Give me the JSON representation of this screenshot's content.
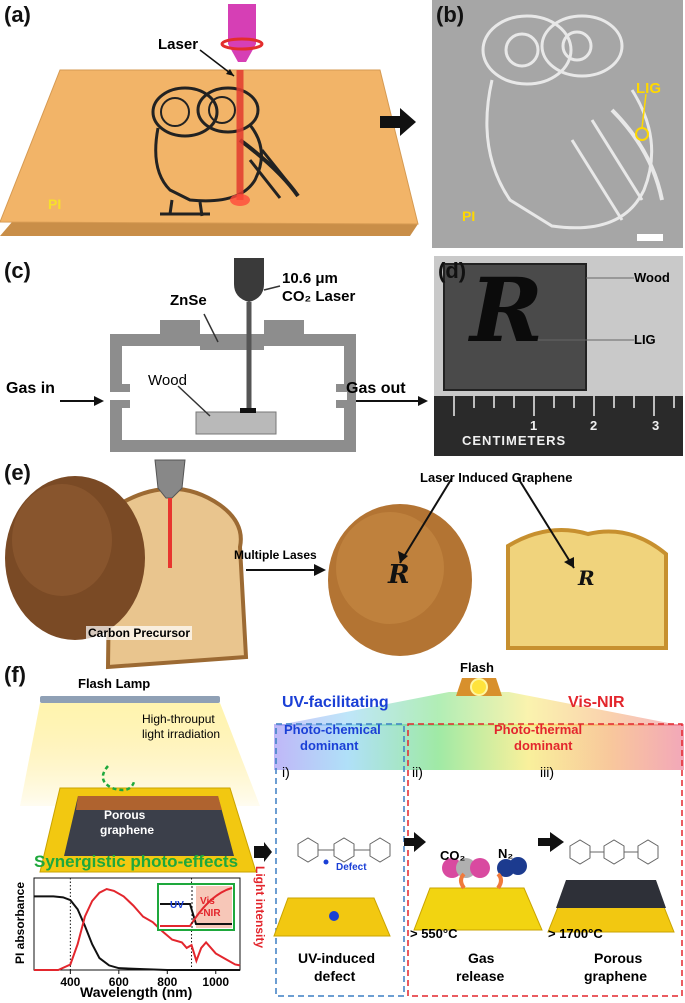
{
  "panels": {
    "a": {
      "label": "(a)",
      "laser": "Laser",
      "substrate": "PI",
      "colors": {
        "substrate": "#f2b468",
        "laser_head": "#d63fb5",
        "beam": "#e23b2e"
      }
    },
    "b": {
      "label": "(b)",
      "lig": "LIG",
      "substrate": "PI",
      "colors": {
        "background": "#a6a6a6",
        "label": "#ffd800"
      }
    },
    "c": {
      "label": "(c)",
      "laser_line1": "10.6 μm",
      "laser_line2": "CO₂ Laser",
      "window": "ZnSe",
      "gas_in": "Gas in",
      "gas_out": "Gas out",
      "sample": "Wood",
      "colors": {
        "chamber": "#8d8d8d",
        "laser": "#3a3a3a"
      }
    },
    "d": {
      "label": "(d)",
      "wood": "Wood",
      "lig": "LIG",
      "ruler_text": "CENTIMETERS",
      "ruler_numbers": [
        "1",
        "2",
        "3"
      ],
      "emblem_letter": "R"
    },
    "e": {
      "label": "(e)",
      "product": "Laser Induced Graphene",
      "process": "Multiple Lases",
      "precursor": "Carbon Precursor",
      "emblem_letter": "R"
    },
    "f": {
      "label": "(f)",
      "flash_lamp": "Flash Lamp",
      "irradiation_line1": "High-throuput",
      "irradiation_line2": "light irradiation",
      "porous_line1": "Porous",
      "porous_line2": "graphene",
      "synergy": "Synergistic photo-effects",
      "flash": "Flash",
      "uv_facilitating": "UV-facilitating",
      "vis_nir": "Vis-NIR",
      "photochemical_line1": "Photo-chemical",
      "photochemical_line2": "dominant",
      "photothermal_line1": "Photo-thermal",
      "photothermal_line2": "dominant",
      "steps": [
        {
          "numeral": "i)",
          "caption_line1": "UV-induced",
          "caption_line2": "defect",
          "mark": "Defect",
          "temp": ""
        },
        {
          "numeral": "ii)",
          "caption_line1": "Gas",
          "caption_line2": "release",
          "mark": "",
          "temp": "> 550°C"
        },
        {
          "numeral": "iii)",
          "caption_line1": "Porous",
          "caption_line2": "graphene",
          "mark": "",
          "temp": "> 1700°C"
        }
      ],
      "gases": [
        "CO₂",
        "N₂"
      ],
      "colors": {
        "green": "#1ea83c",
        "blue": "#1a3fd6",
        "red": "#e3262d",
        "gold": "#f2c811"
      }
    }
  },
  "chart_data": {
    "type": "line",
    "xlabel": "Wavelength (nm)",
    "ylabel_left": "PI absorbance",
    "ylabel_right": "Light intensity",
    "xticks": [
      "400",
      "600",
      "800",
      "1000"
    ],
    "xlim": [
      250,
      1100
    ],
    "ylim": [
      0,
      1
    ],
    "grid": false,
    "dotted_x_marks": [
      400,
      900
    ],
    "series": [
      {
        "role": "PI absorbance",
        "color": "#111111",
        "x": [
          250,
          330,
          370,
          400,
          430,
          460,
          490,
          520,
          560,
          600,
          700,
          800,
          1100
        ],
        "y": [
          0.8,
          0.8,
          0.79,
          0.76,
          0.66,
          0.48,
          0.28,
          0.13,
          0.05,
          0.02,
          0.01,
          0.0,
          0.0
        ]
      },
      {
        "role": "Light intensity",
        "color": "#e3262d",
        "x": [
          250,
          350,
          400,
          430,
          460,
          490,
          520,
          550,
          580,
          620,
          660,
          700,
          740,
          780,
          820,
          860,
          880,
          900,
          920,
          940,
          960,
          1000,
          1040,
          1080,
          1100
        ],
        "y": [
          0.0,
          0.0,
          0.06,
          0.28,
          0.58,
          0.75,
          0.84,
          0.88,
          0.86,
          0.8,
          0.7,
          0.58,
          0.52,
          0.42,
          0.33,
          0.3,
          0.24,
          0.27,
          0.1,
          0.24,
          0.3,
          0.18,
          0.12,
          0.06,
          0.05
        ]
      }
    ],
    "inset": {
      "uv": "UV",
      "vis_line1": "Vis",
      "vis_line2": "-NIR"
    }
  }
}
